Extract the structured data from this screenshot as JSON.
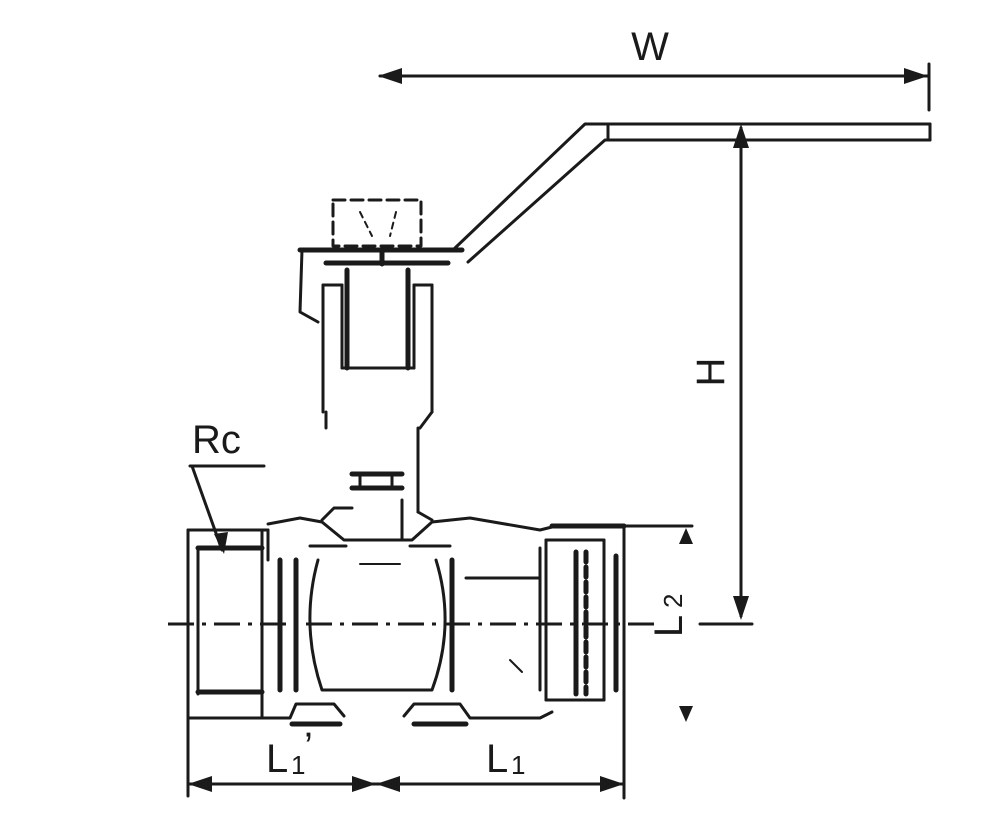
{
  "labels": {
    "width": "W",
    "height": "H",
    "thread": "Rc",
    "l2_main": "L",
    "l2_sub": "2",
    "l1a_main": "L",
    "l1a_sub": "1",
    "l1a_mark": "’",
    "l1b_main": "L",
    "l1b_sub": "1"
  },
  "colors": {
    "line": "#1a1a1a",
    "background": "#ffffff"
  }
}
